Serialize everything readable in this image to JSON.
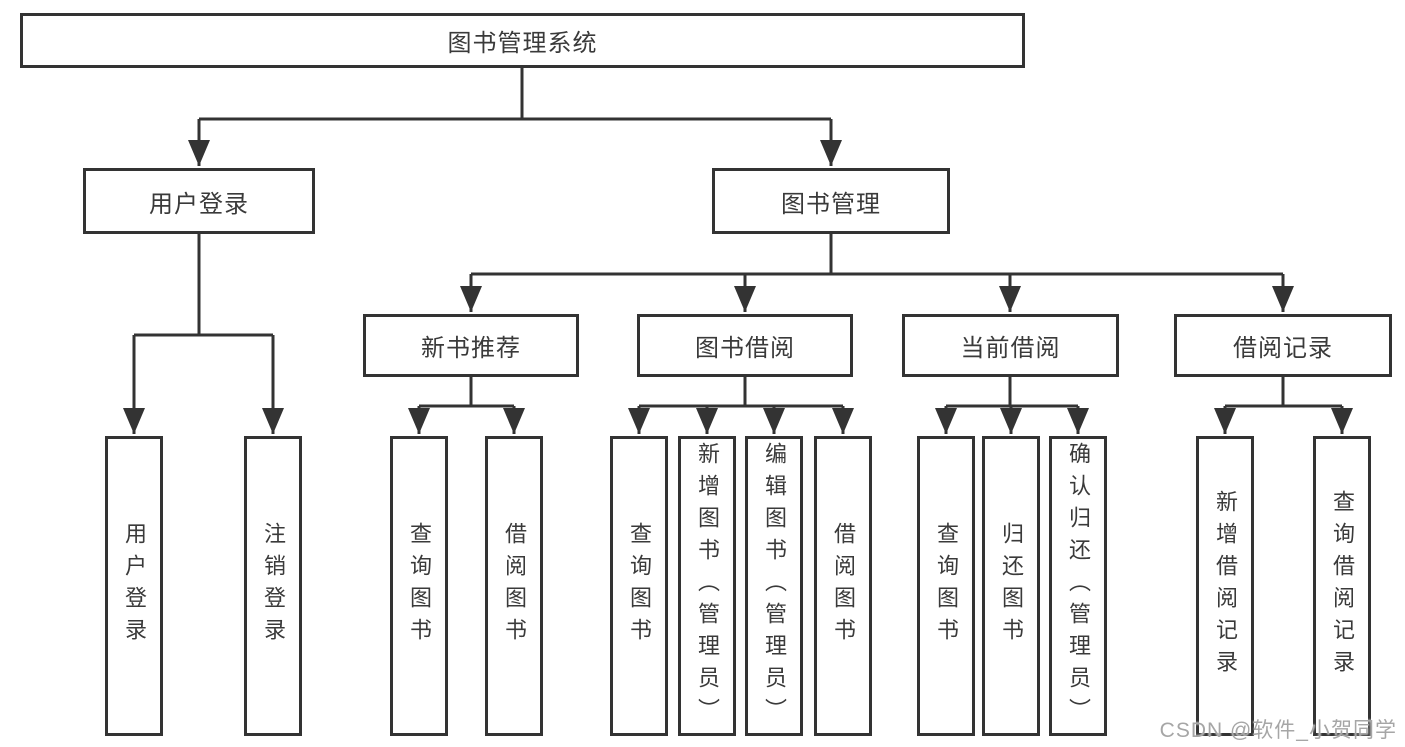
{
  "tree": {
    "root": {
      "label": "图书管理系统",
      "children": [
        {
          "label": "用户登录",
          "children": [
            {
              "label": "用户登录"
            },
            {
              "label": "注销登录"
            }
          ]
        },
        {
          "label": "图书管理",
          "children": [
            {
              "label": "新书推荐",
              "children": [
                {
                  "label": "查询图书"
                },
                {
                  "label": "借阅图书"
                }
              ]
            },
            {
              "label": "图书借阅",
              "children": [
                {
                  "label": "查询图书"
                },
                {
                  "label": "新增图书（管理员）"
                },
                {
                  "label": "编辑图书（管理员）"
                },
                {
                  "label": "借阅图书"
                }
              ]
            },
            {
              "label": "当前借阅",
              "children": [
                {
                  "label": "查询图书"
                },
                {
                  "label": "归还图书"
                },
                {
                  "label": "确认归还（管理员）"
                }
              ]
            },
            {
              "label": "借阅记录",
              "children": [
                {
                  "label": "新增借阅记录"
                },
                {
                  "label": "查询借阅记录"
                }
              ]
            }
          ]
        }
      ]
    }
  },
  "watermark": {
    "text": "CSDN @软件_小贺同学"
  },
  "colors": {
    "line": "#333333",
    "border": "#333333",
    "text": "#3a3a3a",
    "background": "#ffffff",
    "watermark": "#a6a6a6"
  }
}
